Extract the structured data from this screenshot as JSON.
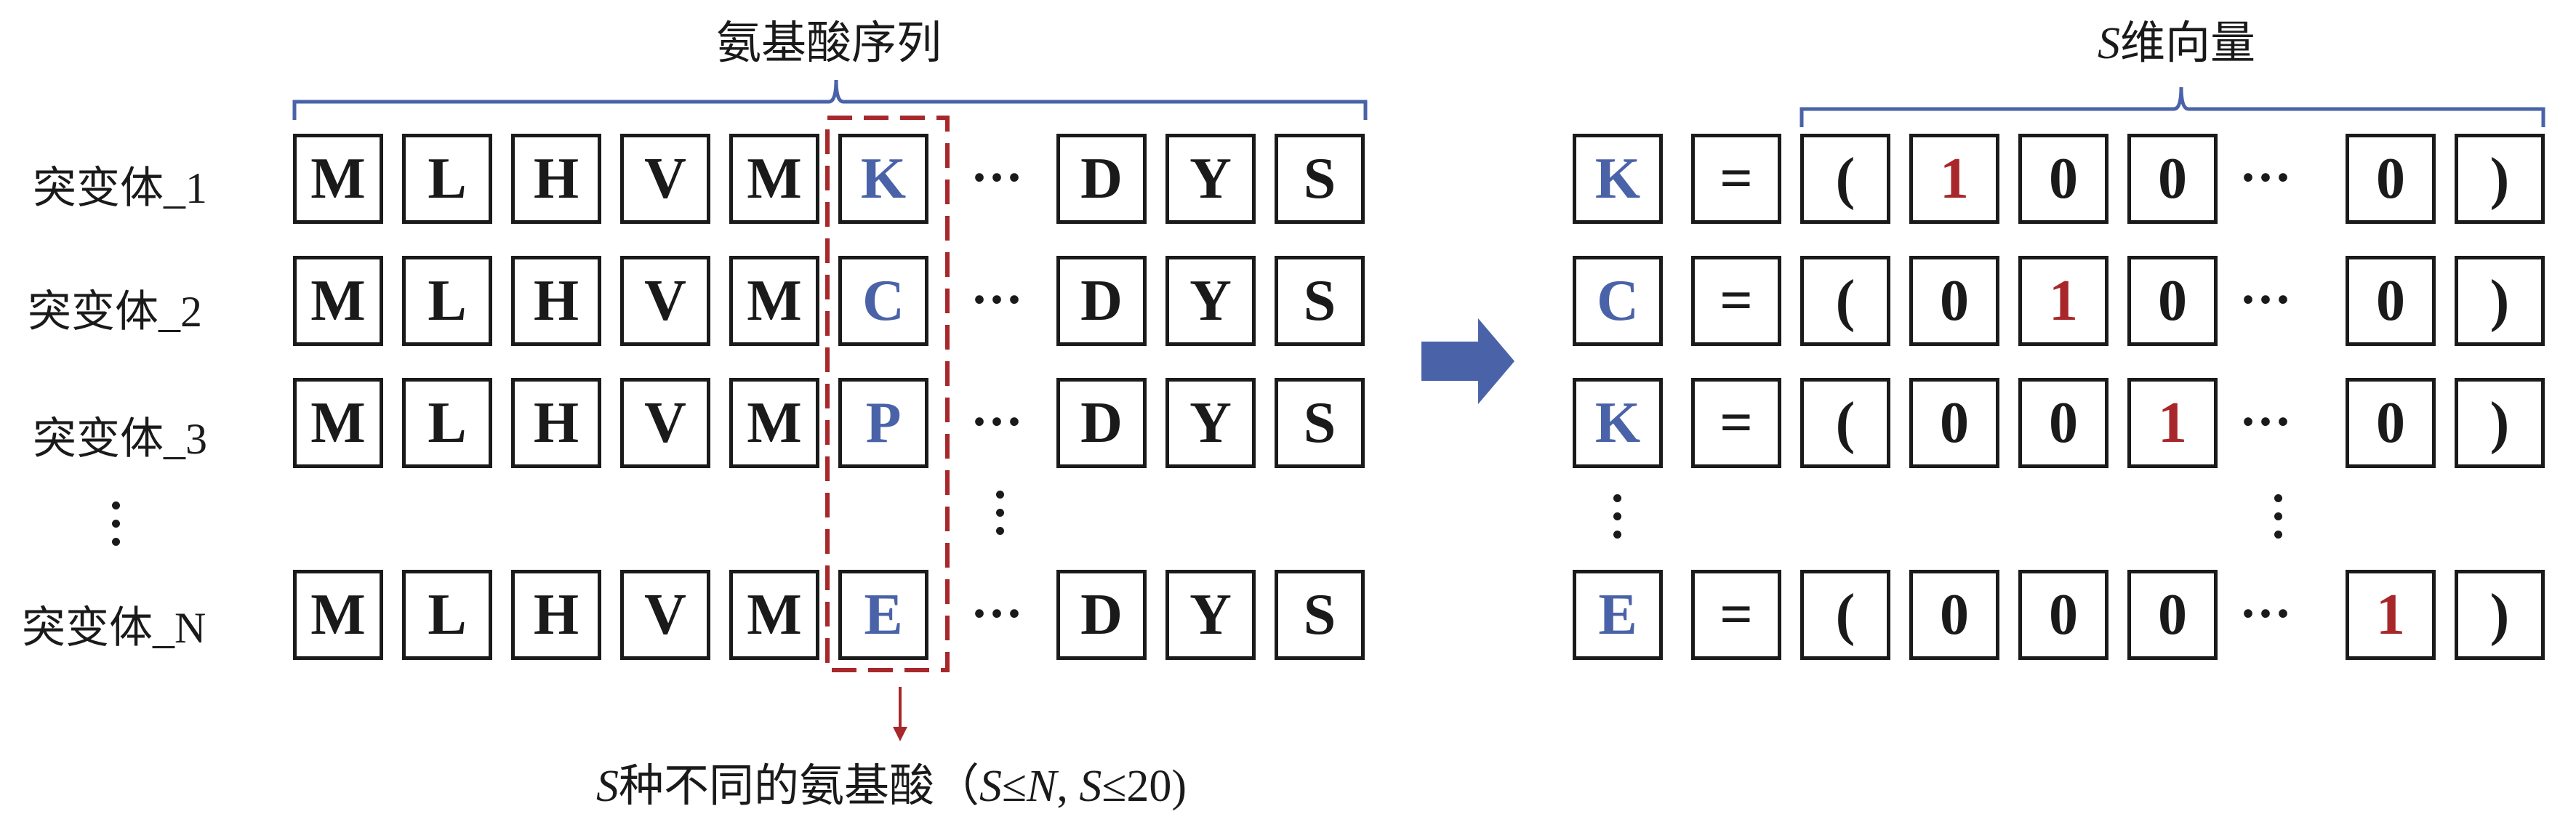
{
  "titles": {
    "left_title": "氨基酸序列",
    "right_title_var": "S",
    "right_title_rest": "维向量"
  },
  "caption": {
    "var": "S",
    "text": "种不同的氨基酸（",
    "cond1_var": "S",
    "cond1_op": "≤",
    "cond1_rhs": "N",
    "sep": ", ",
    "cond2_var": "S",
    "cond2_op": "≤20)"
  },
  "rows": [
    {
      "label": "突变体_1",
      "prefix": [
        "M",
        "L",
        "H",
        "V",
        "M"
      ],
      "variant": "K",
      "suffix": [
        "D",
        "Y",
        "S"
      ],
      "vector": [
        "1",
        "0",
        "0",
        "0"
      ]
    },
    {
      "label": "突变体_2",
      "prefix": [
        "M",
        "L",
        "H",
        "V",
        "M"
      ],
      "variant": "C",
      "suffix": [
        "D",
        "Y",
        "S"
      ],
      "vector": [
        "0",
        "1",
        "0",
        "0"
      ]
    },
    {
      "label": "突变体_3",
      "prefix": [
        "M",
        "L",
        "H",
        "V",
        "M"
      ],
      "variant": "P",
      "suffix": [
        "D",
        "Y",
        "S"
      ],
      "vector": [
        "0",
        "0",
        "1",
        "0"
      ]
    },
    {
      "label": "突变体_N",
      "prefix": [
        "M",
        "L",
        "H",
        "V",
        "M"
      ],
      "variant": "E",
      "suffix": [
        "D",
        "Y",
        "S"
      ],
      "vector": [
        "0",
        "0",
        "0",
        "1"
      ]
    }
  ],
  "vector_rows": [
    {
      "letter": "K",
      "values": [
        "1",
        "0",
        "0",
        "0"
      ]
    },
    {
      "letter": "C",
      "values": [
        "0",
        "1",
        "0",
        "0"
      ]
    },
    {
      "letter": "K",
      "values": [
        "0",
        "0",
        "1",
        "0"
      ]
    },
    {
      "letter": "E",
      "values": [
        "0",
        "0",
        "0",
        "1"
      ]
    }
  ],
  "symbols": {
    "equals": "=",
    "open_paren": "(",
    "close_paren": ")",
    "ellipsis": "···"
  },
  "colors": {
    "variant": "#4a63a8",
    "one": "#a8272b",
    "bracket": "#4a63a8",
    "arrow": "#4a63a8",
    "dash": "#a8272b",
    "ink": "#1a1a1a"
  }
}
